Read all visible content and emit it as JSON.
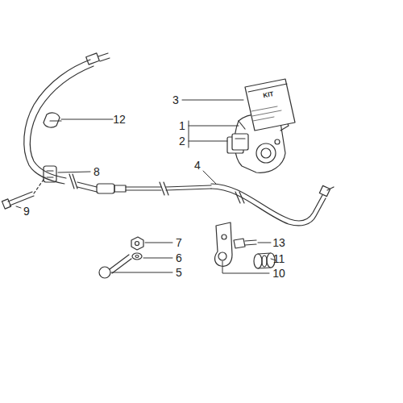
{
  "diagram": {
    "labels": [
      "1",
      "2",
      "3",
      "4",
      "5",
      "6",
      "7",
      "8",
      "9",
      "10",
      "11",
      "12",
      "13",
      "KIT"
    ]
  }
}
